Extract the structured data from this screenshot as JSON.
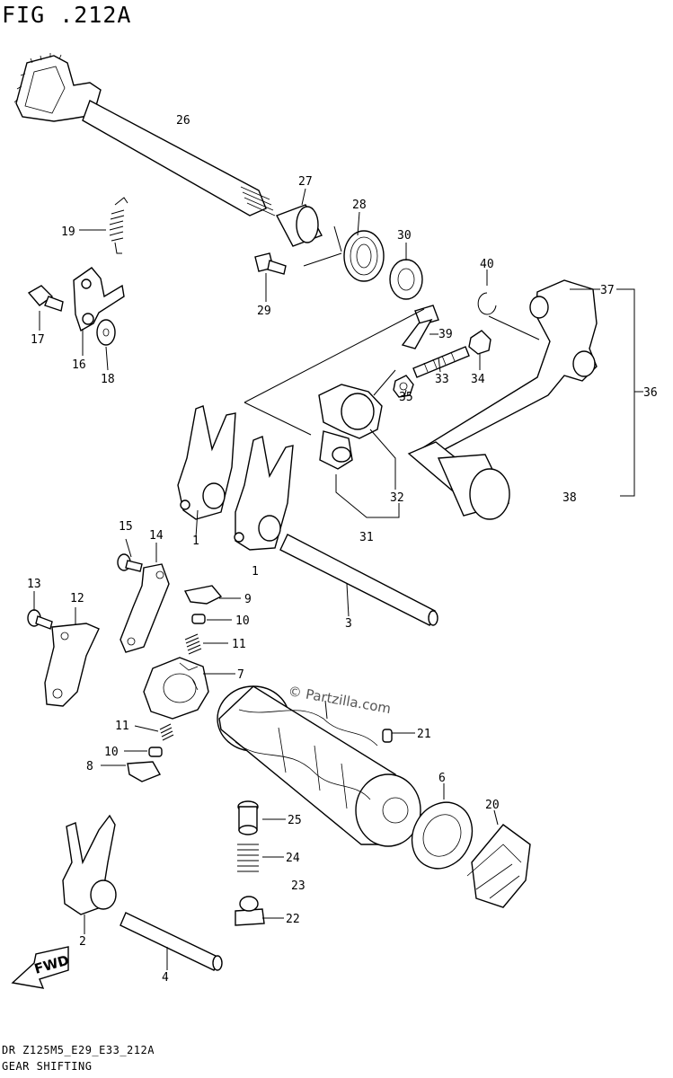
{
  "figure": {
    "title": "FIG .212A",
    "footer_code": "DR Z125M5_E29_E33_212A",
    "footer_name": "GEAR SHIFTING",
    "watermark": "© Partzilla.com",
    "fwd_label": "FWD"
  },
  "callouts": {
    "c1a": "1",
    "c1b": "1",
    "c2": "2",
    "c3": "3",
    "c4": "4",
    "c6": "6",
    "c7": "7",
    "c8": "8",
    "c9": "9",
    "c10a": "10",
    "c10b": "10",
    "c11a": "11",
    "c11b": "11",
    "c12": "12",
    "c13": "13",
    "c14": "14",
    "c15": "15",
    "c16": "16",
    "c17": "17",
    "c18": "18",
    "c19": "19",
    "c20": "20",
    "c21": "21",
    "c22": "22",
    "c23": "23",
    "c24": "24",
    "c25": "25",
    "c26": "26",
    "c27": "27",
    "c28": "28",
    "c29": "29",
    "c30": "30",
    "c31": "31",
    "c32": "32",
    "c33": "33",
    "c34": "34",
    "c35": "35",
    "c36": "36",
    "c37": "37",
    "c38": "38",
    "c39": "39",
    "c40": "40"
  }
}
